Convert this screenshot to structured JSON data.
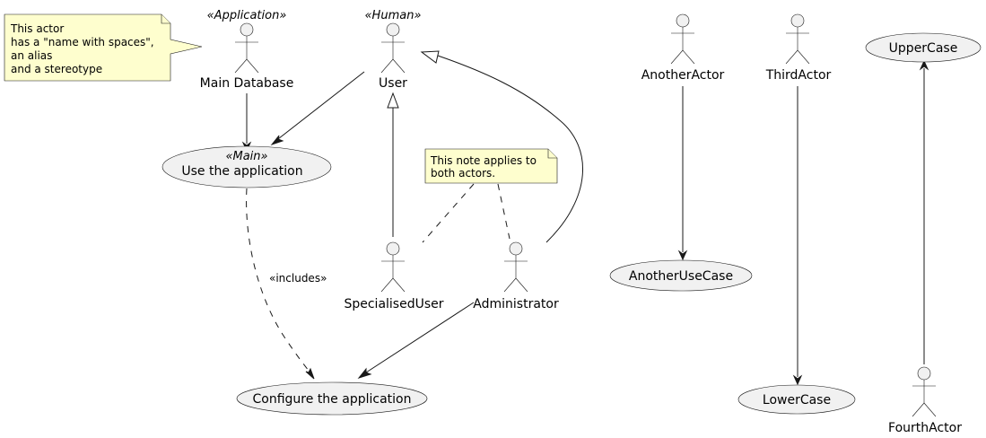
{
  "actors": {
    "main_db": {
      "stereotype": "«Application»",
      "label": "Main Database"
    },
    "user": {
      "stereotype": "«Human»",
      "label": "User"
    },
    "specialised": {
      "label": "SpecialisedUser"
    },
    "admin": {
      "label": "Administrator"
    },
    "another": {
      "label": "AnotherActor"
    },
    "third": {
      "label": "ThirdActor"
    },
    "fourth": {
      "label": "FourthActor"
    }
  },
  "usecases": {
    "use_app": {
      "stereotype": "«Main»",
      "label": "Use the application"
    },
    "configure": {
      "label": "Configure the application"
    },
    "another_uc": {
      "label": "AnotherUseCase"
    },
    "lower": {
      "label": "LowerCase"
    },
    "upper": {
      "label": "UpperCase"
    }
  },
  "notes": {
    "actor_note": {
      "line1": "This actor",
      "line2": "has a \"name with spaces\",",
      "line3": "an alias",
      "line4": "and a stereotype"
    },
    "both_note": {
      "line1": "This note applies to",
      "line2": "both actors."
    }
  },
  "edges": {
    "includes_label": "«includes»"
  },
  "colors": {
    "shape_fill": "#f1f1f1",
    "note_fill": "#fefece",
    "stroke": "#181818"
  }
}
